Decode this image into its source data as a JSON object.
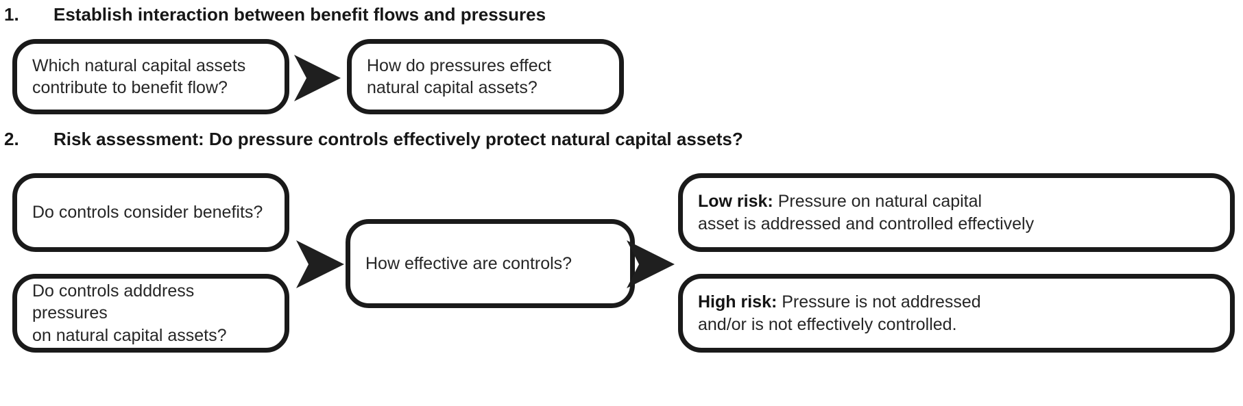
{
  "diagram": {
    "title": "Natural capital benefit flow and risk assessment process",
    "colors": {
      "stroke": "#1a1a1a",
      "fill": "#ffffff",
      "text": "#262626",
      "arrow": "#1f1f1f"
    }
  },
  "sections": [
    {
      "number": "1.",
      "title": "Establish interaction between benefit flows and pressures"
    },
    {
      "number": "2.",
      "title": "Risk assessment: Do pressure controls effectively protect natural capital assets?"
    }
  ],
  "nodes": {
    "assets": {
      "text": "Which natural capital assets\ncontribute to benefit flow?"
    },
    "pressures": {
      "text": "How do pressures effect\nnatural capital assets?"
    },
    "benefits": {
      "text": "Do controls consider benefits?"
    },
    "address": {
      "text": "Do controls adddress pressures\non natural capital assets?"
    },
    "effective": {
      "text": "How effective are controls?"
    },
    "low_risk": {
      "label": "Low risk:",
      "text": " Pressure on natural capital\nasset is addressed and controlled effectively"
    },
    "high_risk": {
      "label": "High risk:",
      "text": " Pressure is not addressed\nand/or is not effectively controlled."
    }
  },
  "arrows": {
    "arrow_1": "arrow-right-icon",
    "arrow_2": "arrow-right-icon",
    "arrow_3": "arrow-right-icon"
  }
}
